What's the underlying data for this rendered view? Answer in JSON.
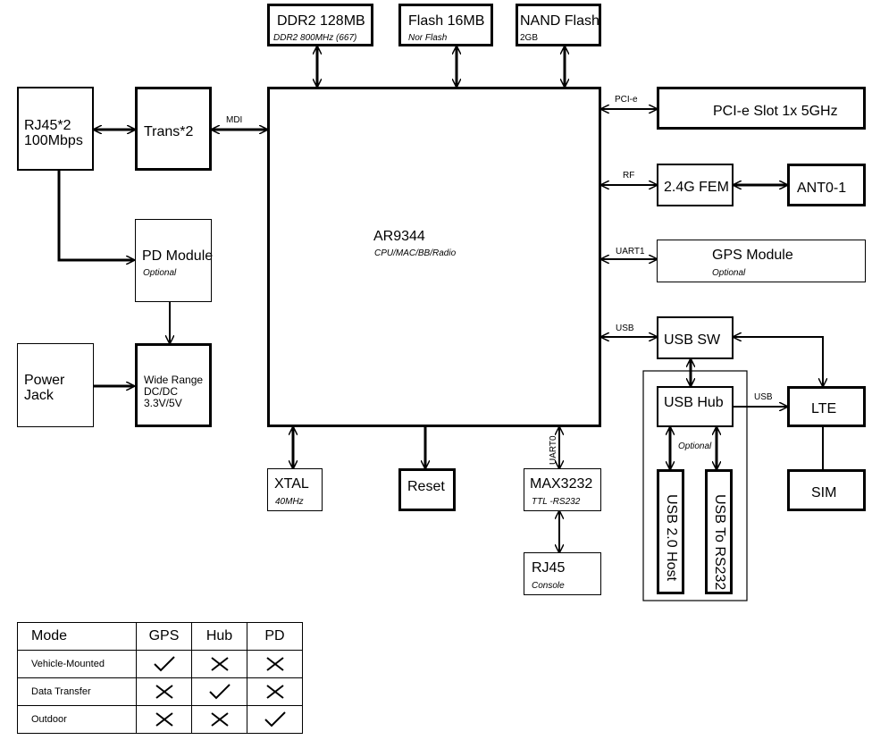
{
  "blocks": {
    "ddr2": {
      "title": "DDR2 128MB",
      "sub": "DDR2 800MHz (667)"
    },
    "flash": {
      "title": "Flash 16MB",
      "sub": "Nor Flash"
    },
    "nand": {
      "title": "NAND Flash",
      "sub": "2GB"
    },
    "rj45x2": {
      "title": "RJ45*2\n100Mbps"
    },
    "trans": {
      "title": "Trans*2"
    },
    "cpu": {
      "title": "AR9344",
      "sub": "CPU/MAC/BB/Radio"
    },
    "pcie": {
      "title": "PCI-e Slot 1x 5GHz"
    },
    "fem": {
      "title": "2.4G FEM"
    },
    "ant": {
      "title": "ANT0-1"
    },
    "gps": {
      "title": "GPS Module",
      "sub": "Optional"
    },
    "pd": {
      "title": "PD Module",
      "sub": "Optional"
    },
    "usbsw": {
      "title": "USB SW"
    },
    "usbhub": {
      "title": "USB Hub"
    },
    "lte": {
      "title": "LTE"
    },
    "sim": {
      "title": "SIM"
    },
    "power": {
      "title": "Power\nJack"
    },
    "dcdc": {
      "title": "Wide Range\nDC/DC\n3.3V/5V"
    },
    "xtal": {
      "title": "XTAL",
      "sub": "40MHz"
    },
    "reset": {
      "title": "Reset"
    },
    "max": {
      "title": "MAX3232",
      "sub": "TTL -RS232"
    },
    "rj45c": {
      "title": "RJ45",
      "sub": "Console"
    },
    "usbhost": {
      "title": "USB 2.0 Host"
    },
    "usbrs": {
      "title": "USB To RS232"
    },
    "hub_optional": "Optional"
  },
  "links": {
    "mdi": "MDI",
    "pcie": "PCI-e",
    "rf": "RF",
    "uart1": "UART1",
    "usb": "USB",
    "usb2": "USB",
    "uart0": "UART0"
  },
  "mode_table": {
    "headers": [
      "Mode",
      "GPS",
      "Hub",
      "PD"
    ],
    "rows": [
      {
        "mode": "Vehicle-Mounted",
        "values": [
          true,
          false,
          false
        ]
      },
      {
        "mode": "Data Transfer",
        "values": [
          false,
          true,
          false
        ]
      },
      {
        "mode": "Outdoor",
        "values": [
          false,
          false,
          true
        ]
      }
    ]
  }
}
